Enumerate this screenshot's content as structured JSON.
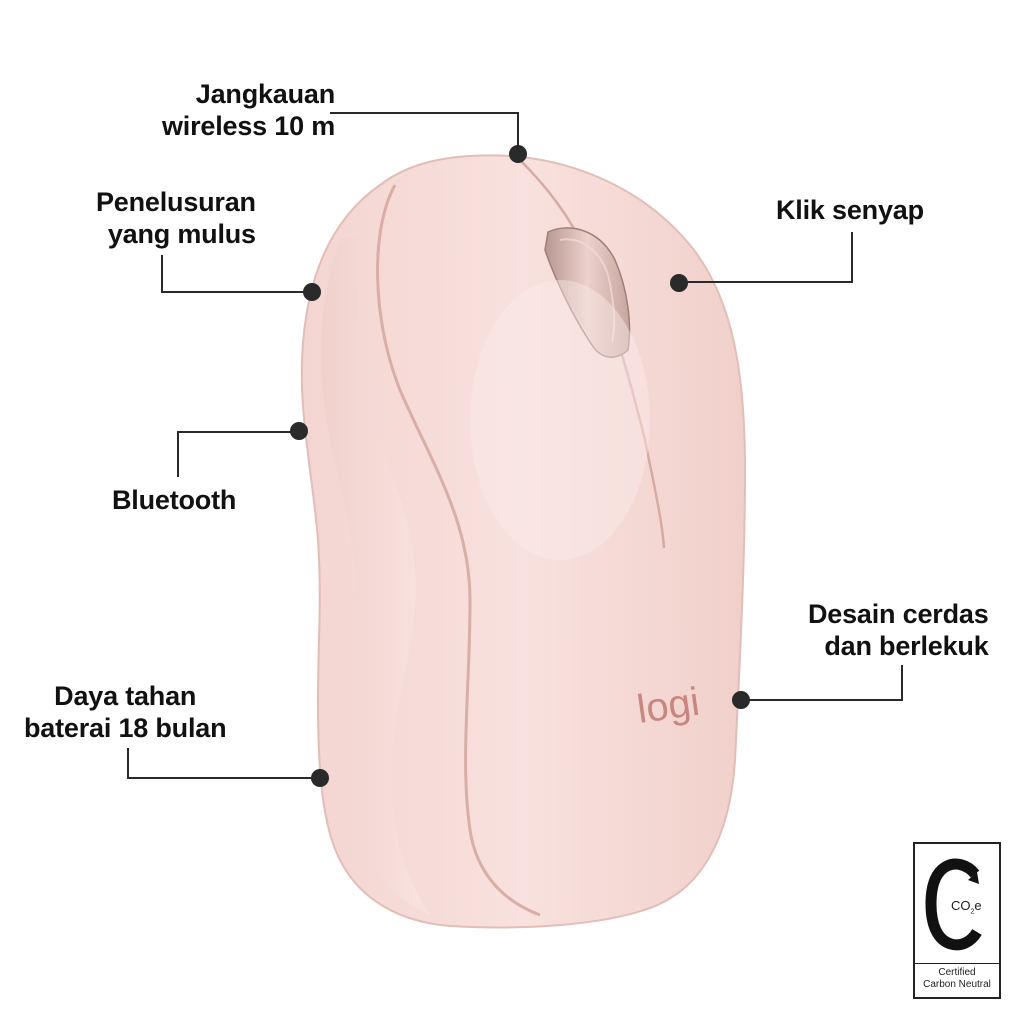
{
  "product": {
    "brand_logo": "logi",
    "colors": {
      "body": "#f6dcd8",
      "body_shadow": "#e8c3bd",
      "logo": "#c9867f",
      "callout": "#2a2a2a"
    }
  },
  "callouts": [
    {
      "id": "range",
      "text": "Jangkauan\nwireless 10 m"
    },
    {
      "id": "scroll",
      "text": "Penelusuran\nyang mulus"
    },
    {
      "id": "click",
      "text": "Klik senyap"
    },
    {
      "id": "bluetooth",
      "text": "Bluetooth"
    },
    {
      "id": "design",
      "text": "Desain cerdas\ndan berlekuk"
    },
    {
      "id": "battery",
      "text": "Daya tahan\nbaterai 18 bulan"
    }
  ],
  "certification": {
    "symbol_text": "CO",
    "symbol_sub": "2",
    "symbol_suffix": "e",
    "caption": "Certified\nCarbon Neutral"
  }
}
